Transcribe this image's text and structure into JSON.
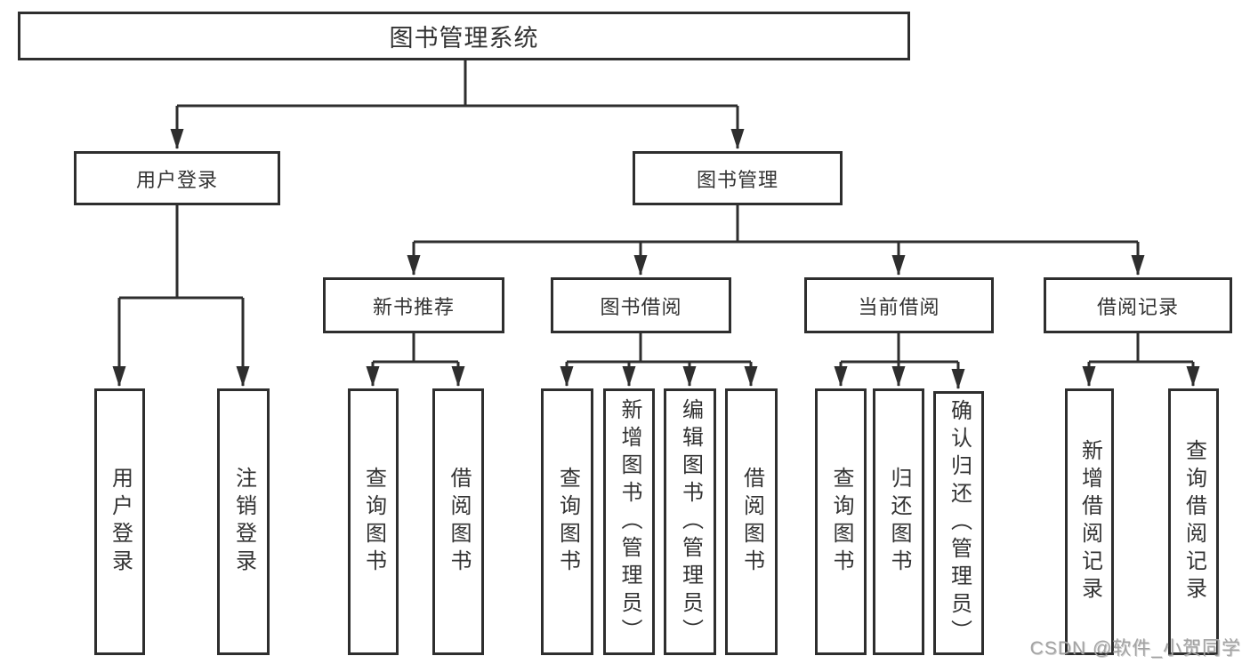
{
  "page": {
    "background": "#ffffff",
    "line_color": "#2e2e2e",
    "text_color": "#333333"
  },
  "tree": {
    "root": {
      "label": "图书管理系统"
    },
    "branches": [
      {
        "label": "用户登录",
        "children": [
          {
            "label": "用户登录"
          },
          {
            "label": "注销登录"
          }
        ]
      },
      {
        "label": "图书管理",
        "children": [
          {
            "label": "新书推荐",
            "children": [
              {
                "label": "查询图书"
              },
              {
                "label": "借阅图书"
              }
            ]
          },
          {
            "label": "图书借阅",
            "children": [
              {
                "label": "查询图书"
              },
              {
                "label": "新增图书（管理员）"
              },
              {
                "label": "编辑图书（管理员）"
              },
              {
                "label": "借阅图书"
              }
            ]
          },
          {
            "label": "当前借阅",
            "children": [
              {
                "label": "查询图书"
              },
              {
                "label": "归还图书"
              },
              {
                "label": "确认归还（管理员）"
              }
            ]
          },
          {
            "label": "借阅记录",
            "children": [
              {
                "label": "新增借阅记录"
              },
              {
                "label": "查询借阅记录"
              }
            ]
          }
        ]
      }
    ]
  },
  "watermark": {
    "text": "CSDN @软件_小贺同学",
    "color": "#a3a3a3"
  }
}
